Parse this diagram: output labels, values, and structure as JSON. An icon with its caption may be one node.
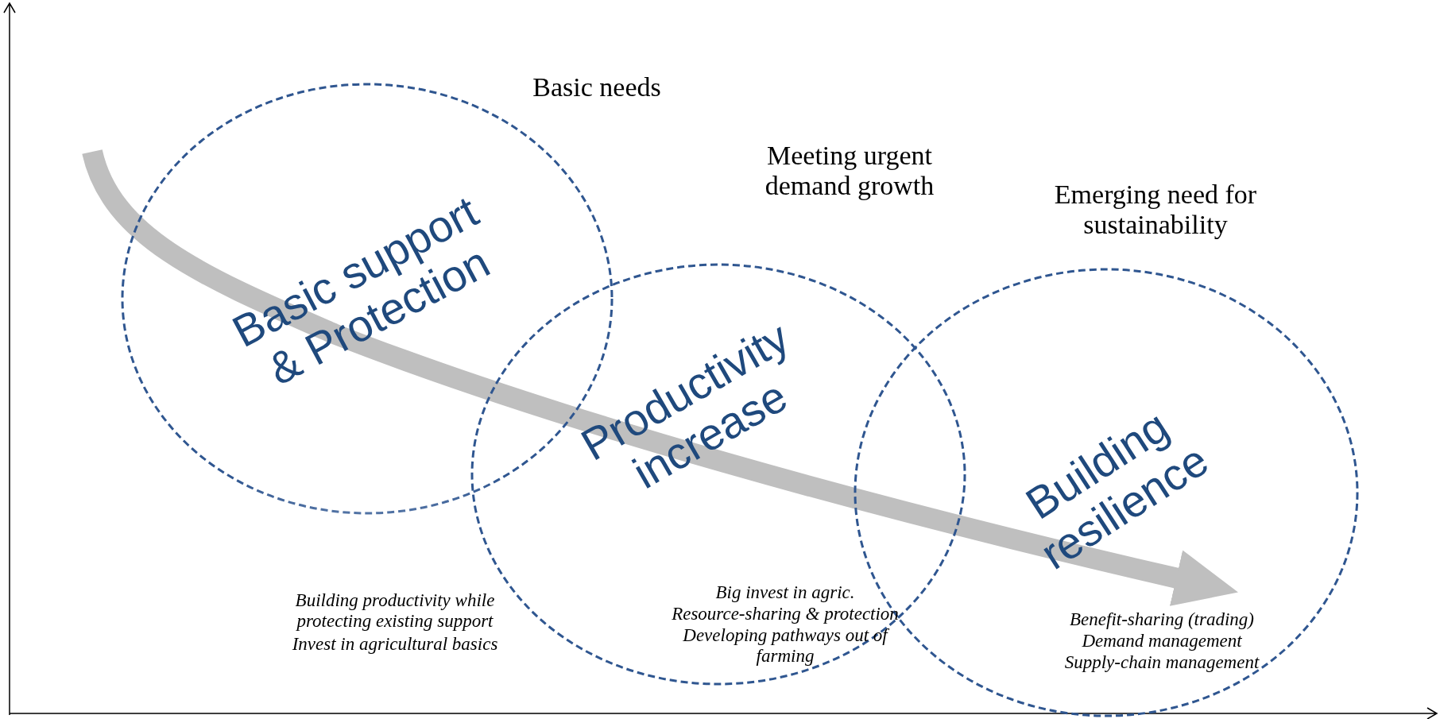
{
  "diagram": {
    "nodes": [
      {
        "text": [
          "Basic support & Protection",
          "Basic needs"
        ]
      },
      {
        "text": [
          "Productivity increase",
          "Meeting urgent demand growth"
        ]
      },
      {
        "text": [
          "Building resilience",
          "Emerging need for sustainability"
        ]
      }
    ],
    "labels": [
      "Building productivity while protecting existing support",
      "Invest in agricultural basics",
      "Big invest in agric.",
      "Resource-sharing & protection",
      "Developing pathways out of farming",
      "Benefit-sharing (trading)",
      "Demand management",
      "Supply-chain management"
    ]
  }
}
